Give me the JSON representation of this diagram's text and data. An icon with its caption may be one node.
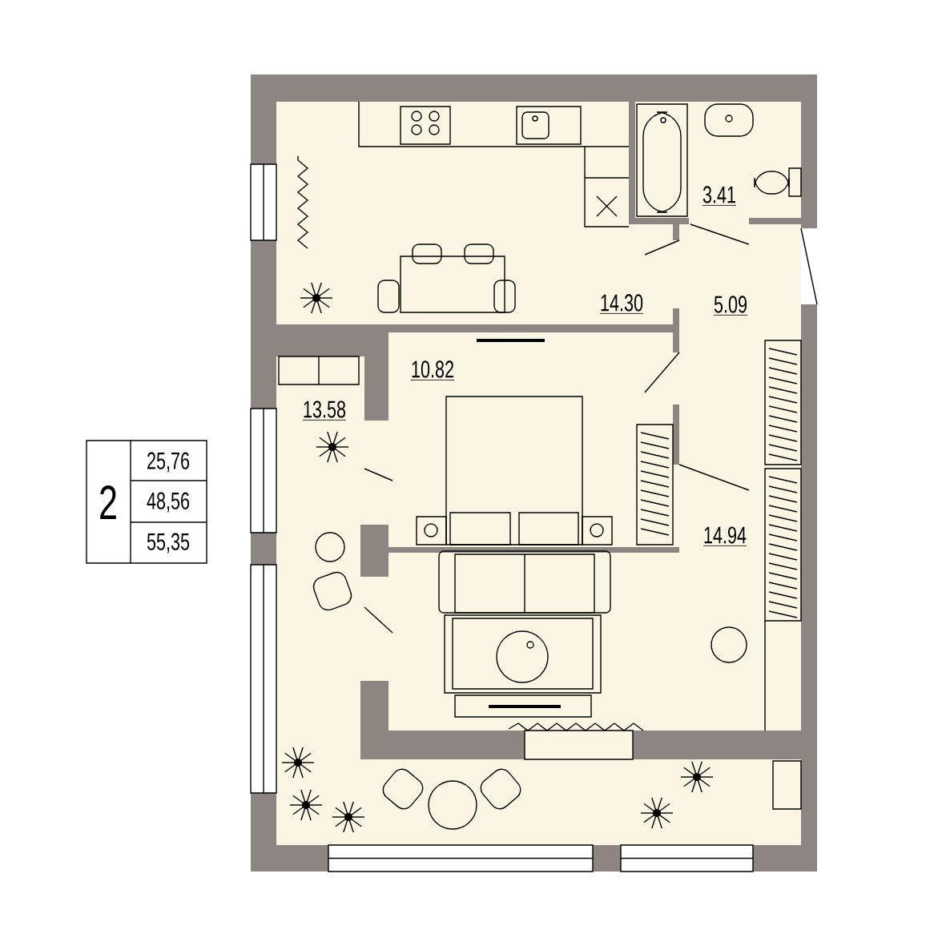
{
  "diagram": {
    "labels": [
      "14.30",
      "3.41",
      "5.09",
      "10.82",
      "13.58",
      "2",
      "25,76",
      "48,56",
      "55,35",
      "14.94"
    ]
  }
}
